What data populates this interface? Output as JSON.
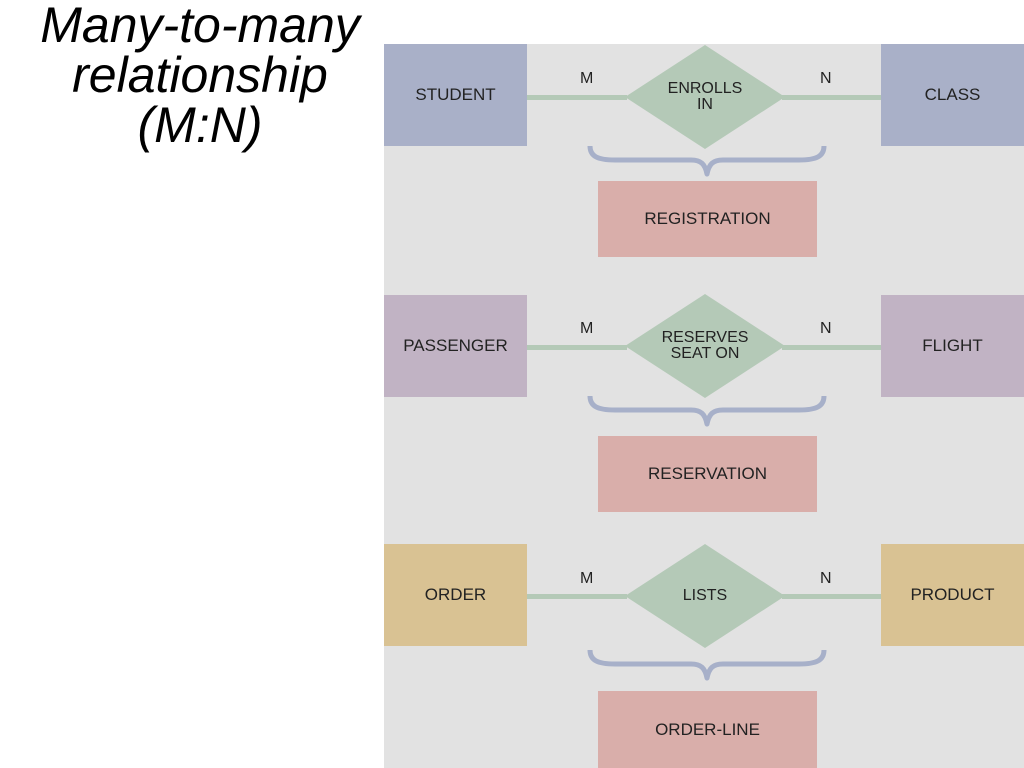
{
  "title": {
    "line1": "Many-to-many",
    "line2": "relationship",
    "line3": "(M:N)"
  },
  "colors": {
    "panel_background": "#e2e2e2",
    "group1_entity": "#a9b0c8",
    "group2_entity": "#c1b3c4",
    "group3_entity": "#d9c293",
    "relationship_diamond": "#b4c9b7",
    "associative_entity": "#d9aeaa",
    "brace": "#a7b0c9"
  },
  "relationships": [
    {
      "left_entity": "STUDENT",
      "left_cardinality": "M",
      "relationship": "ENROLLS\nIN",
      "right_cardinality": "N",
      "right_entity": "CLASS",
      "associative_entity": "REGISTRATION"
    },
    {
      "left_entity": "PASSENGER",
      "left_cardinality": "M",
      "relationship": "RESERVES\nSEAT ON",
      "right_cardinality": "N",
      "right_entity": "FLIGHT",
      "associative_entity": "RESERVATION"
    },
    {
      "left_entity": "ORDER",
      "left_cardinality": "M",
      "relationship": "LISTS",
      "right_cardinality": "N",
      "right_entity": "PRODUCT",
      "associative_entity": "ORDER-LINE"
    }
  ]
}
